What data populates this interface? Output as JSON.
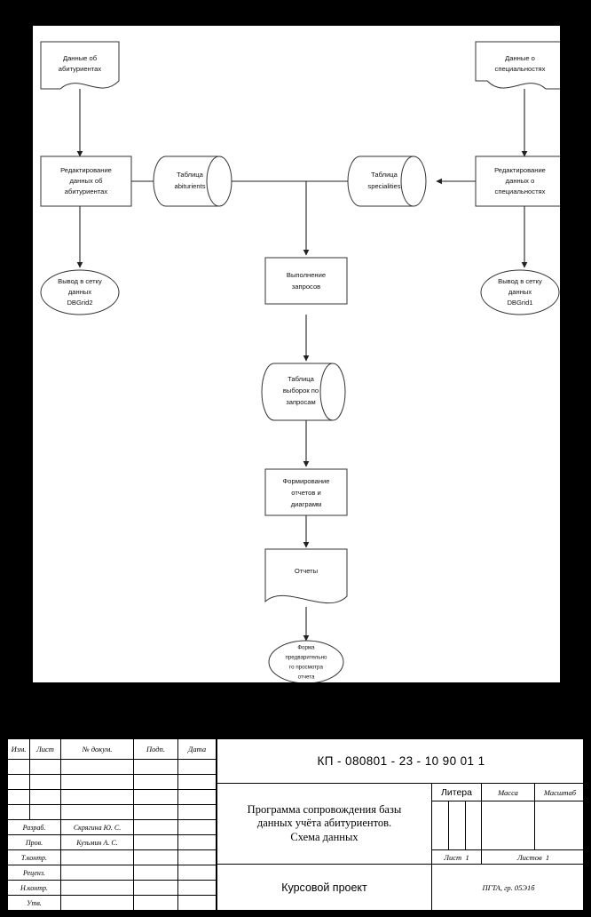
{
  "diagram": {
    "title": "Схема данных",
    "nodes": [
      {
        "id": "data-abiturients",
        "type": "document",
        "lines": [
          "Данные об",
          "абитуриентах"
        ]
      },
      {
        "id": "edit-abiturients",
        "type": "process",
        "lines": [
          "Редактирование",
          "данных об",
          "абитуриентах"
        ]
      },
      {
        "id": "table-abiturients",
        "type": "storage",
        "lines": [
          "Таблица",
          "abiturients"
        ]
      },
      {
        "id": "grid2-output",
        "type": "terminator",
        "lines": [
          "Вывод в сетку",
          "данных",
          "DBGrid2"
        ]
      },
      {
        "id": "data-specialities",
        "type": "document",
        "lines": [
          "Данные о",
          "специальностях"
        ]
      },
      {
        "id": "edit-specialities",
        "type": "process",
        "lines": [
          "Редактирование",
          "данных о",
          "специальностях"
        ]
      },
      {
        "id": "table-specialities",
        "type": "storage",
        "lines": [
          "Таблица",
          "specialities"
        ]
      },
      {
        "id": "grid1-output",
        "type": "terminator",
        "lines": [
          "Вывод в сетку",
          "данных",
          "DBGrid1"
        ]
      },
      {
        "id": "execute-queries",
        "type": "process",
        "lines": [
          "Выполнение",
          "запросов"
        ]
      },
      {
        "id": "table-selections",
        "type": "storage",
        "lines": [
          "Таблица",
          "выборок по",
          "запросам"
        ]
      },
      {
        "id": "build-reports",
        "type": "process",
        "lines": [
          "Формирование",
          "отчетов и",
          "диаграмм"
        ]
      },
      {
        "id": "reports",
        "type": "document",
        "lines": [
          "Отчеты"
        ]
      },
      {
        "id": "preview-form",
        "type": "terminator",
        "lines": [
          "Форма",
          "предварительно",
          "го просмотра",
          "отчета"
        ]
      }
    ]
  },
  "title_block": {
    "columns": [
      "Изм.",
      "Лист",
      "№ докум.",
      "Подп.",
      "Дата"
    ],
    "roles": [
      {
        "role": "Разраб.",
        "name": "Скрягина Ю. С."
      },
      {
        "role": "Пров.",
        "name": "Кузьмин А. С."
      },
      {
        "role": "Т.контр.",
        "name": ""
      },
      {
        "role": "Реценз.",
        "name": ""
      },
      {
        "role": "Н.контр.",
        "name": ""
      },
      {
        "role": "Утв.",
        "name": ""
      }
    ],
    "doc_number": "КП - 080801 - 23 - 10 90 01 1",
    "program_title": [
      "Программа сопровождения базы",
      "данных учёта абитуриентов.",
      "Схема данных"
    ],
    "doc_kind": "Курсовой проект",
    "litera_label": "Литера",
    "massa_label": "Масса",
    "masshtab_label": "Масштаб",
    "list_label": "Лист",
    "list_value": "1",
    "listov_label": "Листов",
    "listov_value": "1",
    "organization": "ПГТА, гр. 05Э1б"
  }
}
